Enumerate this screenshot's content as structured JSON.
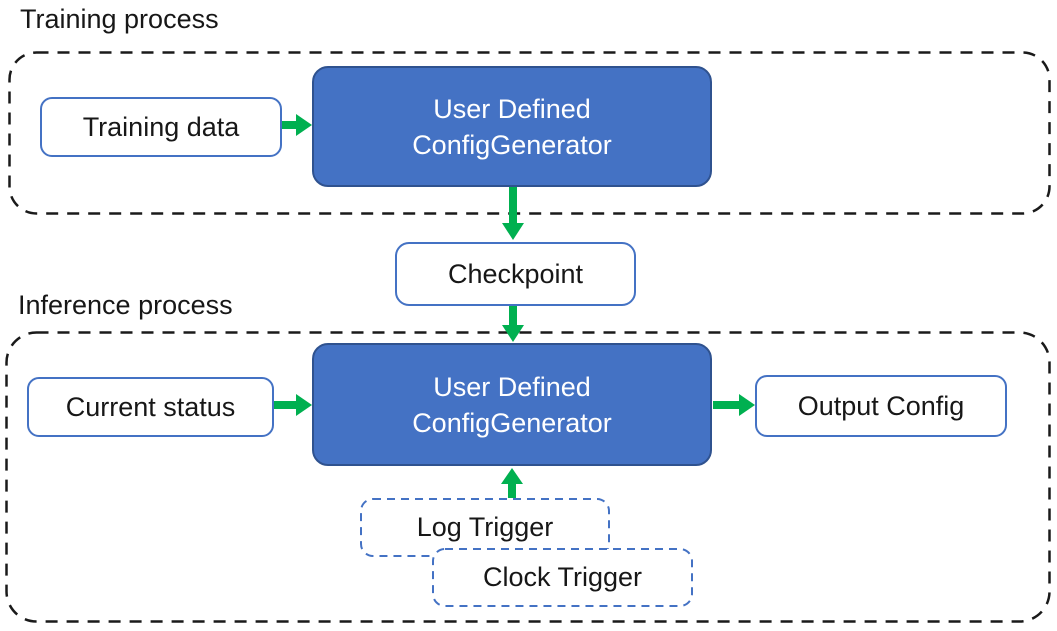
{
  "colors": {
    "background": "#FFFFFF",
    "node_fill": "#4472C4",
    "node_border": "#2F528F",
    "io_border": "#4472C4",
    "trigger_border": "#4472C4",
    "arrow": "#00B050",
    "container_border": "#1A1A1A",
    "text": "#171717",
    "node_text": "#FFFFFF"
  },
  "training": {
    "label": "Training process",
    "input": "Training data",
    "generator": {
      "line1": "User Defined",
      "line2": "ConfigGenerator"
    }
  },
  "checkpoint": {
    "label": "Checkpoint"
  },
  "inference": {
    "label": "Inference process",
    "input": "Current status",
    "generator": {
      "line1": "User Defined",
      "line2": "ConfigGenerator"
    },
    "output": "Output Config",
    "triggers": [
      {
        "label": "Log Trigger"
      },
      {
        "label": "Clock Trigger"
      }
    ]
  }
}
